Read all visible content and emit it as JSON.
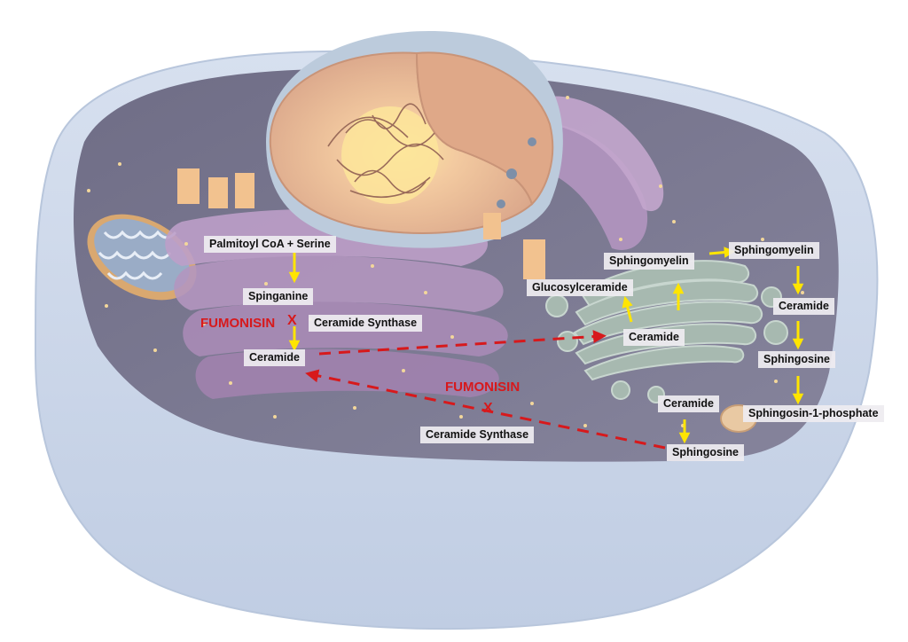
{
  "er_pathway": {
    "substrate": "Palmitoyl CoA + Serine",
    "intermediate": "Spinganine",
    "product": "Ceramide",
    "enzyme": "Ceramide Synthase",
    "inhibitor": "FUMONISIN",
    "block_mark": "X"
  },
  "golgi_pathway": {
    "ceramide": "Ceramide",
    "glucosylceramide": "Glucosylceramide",
    "sphingomyelin": "Sphingomyelin"
  },
  "membrane_pathway": {
    "sphingomyelin": "Sphingomyelin",
    "ceramide": "Ceramide",
    "sphingosine": "Sphingosine",
    "s1p": "Sphingosin-1-phosphate"
  },
  "salvage_pathway": {
    "ceramide": "Ceramide",
    "sphingosine": "Sphingosine",
    "enzyme": "Ceramide Synthase",
    "inhibitor": "FUMONISIN",
    "block_mark": "X"
  },
  "colors": {
    "cell_outer": "#c9d5e8",
    "cytoplasm": "#7b7992",
    "er": "#b79ac2",
    "golgi": "#9fb2aa",
    "nucleus": "#e9b594",
    "arrow_yellow": "#ffe500",
    "arrow_red": "#d7191c"
  }
}
